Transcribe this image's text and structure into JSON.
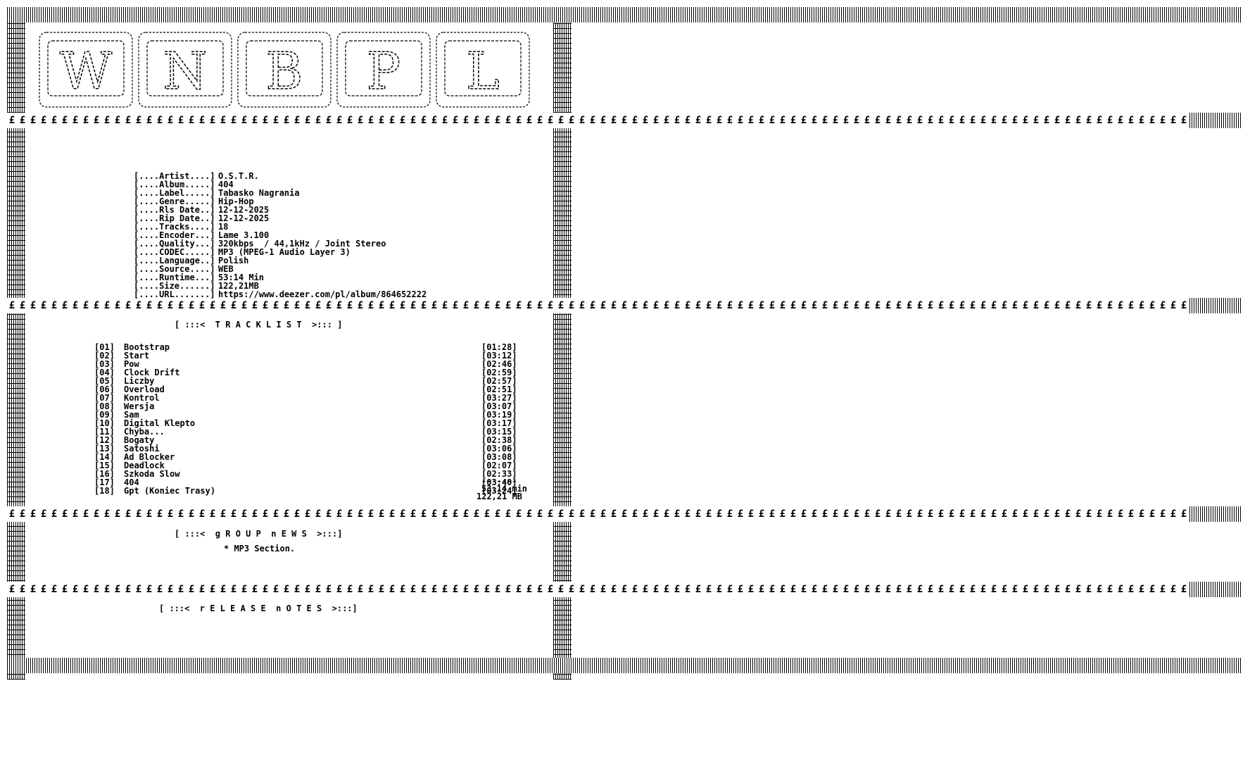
{
  "logo": {
    "letters": [
      "W",
      "N",
      "B",
      "P",
      "L"
    ]
  },
  "info": {
    "rows": [
      {
        "key": "[....Artist....]",
        "value": "O.S.T.R."
      },
      {
        "key": "[....Album.....]",
        "value": "404"
      },
      {
        "key": "[....Label.....]",
        "value": "Tabasko Nagrania"
      },
      {
        "key": "[....Genre.....]",
        "value": "Hip-Hop"
      },
      {
        "key": "[....Rls Date..]",
        "value": "12-12-2025"
      },
      {
        "key": "[....Rip Date..]",
        "value": "12-12-2025"
      },
      {
        "key": "[....Tracks....]",
        "value": "18"
      },
      {
        "key": "[....Encoder...]",
        "value": "Lame 3.100"
      },
      {
        "key": "[....Quality...]",
        "value": "320kbps  / 44,1kHz / Joint Stereo"
      },
      {
        "key": "[....CODEC.....]",
        "value": "MP3 (MPEG-1 Audio Layer 3)"
      },
      {
        "key": "[....Language..]",
        "value": "Polish"
      },
      {
        "key": "[....Source....]",
        "value": "WEB"
      },
      {
        "key": "[....Runtime...]",
        "value": "53:14 Min"
      },
      {
        "key": "[....Size......]",
        "value": "122,21MB"
      },
      {
        "key": "[....URL.......]",
        "value": "https://www.deezer.com/pl/album/864652222"
      }
    ]
  },
  "tracklist": {
    "heading": "[ :::<  T R A C K L I S T  >::: ]",
    "tracks": [
      {
        "num": "[01]",
        "title": "Bootstrap",
        "time": "[01:28]"
      },
      {
        "num": "[02]",
        "title": "Start",
        "time": "[03:12]"
      },
      {
        "num": "[03]",
        "title": "Pow",
        "time": "[02:46]"
      },
      {
        "num": "[04]",
        "title": "Clock Drift",
        "time": "[02:59]"
      },
      {
        "num": "[05]",
        "title": "Liczby",
        "time": "[02:57]"
      },
      {
        "num": "[06]",
        "title": "Overload",
        "time": "[02:51]"
      },
      {
        "num": "[07]",
        "title": "Kontrol",
        "time": "[03:27]"
      },
      {
        "num": "[08]",
        "title": "Wersja",
        "time": "[03:07]"
      },
      {
        "num": "[09]",
        "title": "Sam",
        "time": "[03:19]"
      },
      {
        "num": "[10]",
        "title": "Digital Klepto",
        "time": "[03:17]"
      },
      {
        "num": "[11]",
        "title": "Chyba...",
        "time": "[03:15]"
      },
      {
        "num": "[12]",
        "title": "Bogaty",
        "time": "[02:38]"
      },
      {
        "num": "[13]",
        "title": "Satoshi",
        "time": "[03:06]"
      },
      {
        "num": "[14]",
        "title": "Ad Blocker",
        "time": "[03:08]"
      },
      {
        "num": "[15]",
        "title": "Deadlock",
        "time": "[02:07]"
      },
      {
        "num": "[16]",
        "title": "Szkoda Slow",
        "time": "[02:33]"
      },
      {
        "num": "[17]",
        "title": "404",
        "time": "[03:40]"
      },
      {
        "num": "[18]",
        "title": "Gpt (Koniec Trasy)",
        "time": "[03:24]"
      }
    ],
    "separator": "-------",
    "total_time": "53:14 min",
    "total_size": "122,21 MB"
  },
  "news": {
    "heading": "[ :::<  g R O U P  n E W S  >:::]",
    "text": "* MP3 Section."
  },
  "notes": {
    "heading": "[ :::<  r E L E A S E  n O T E S  >:::]"
  },
  "border_glyph": "£"
}
